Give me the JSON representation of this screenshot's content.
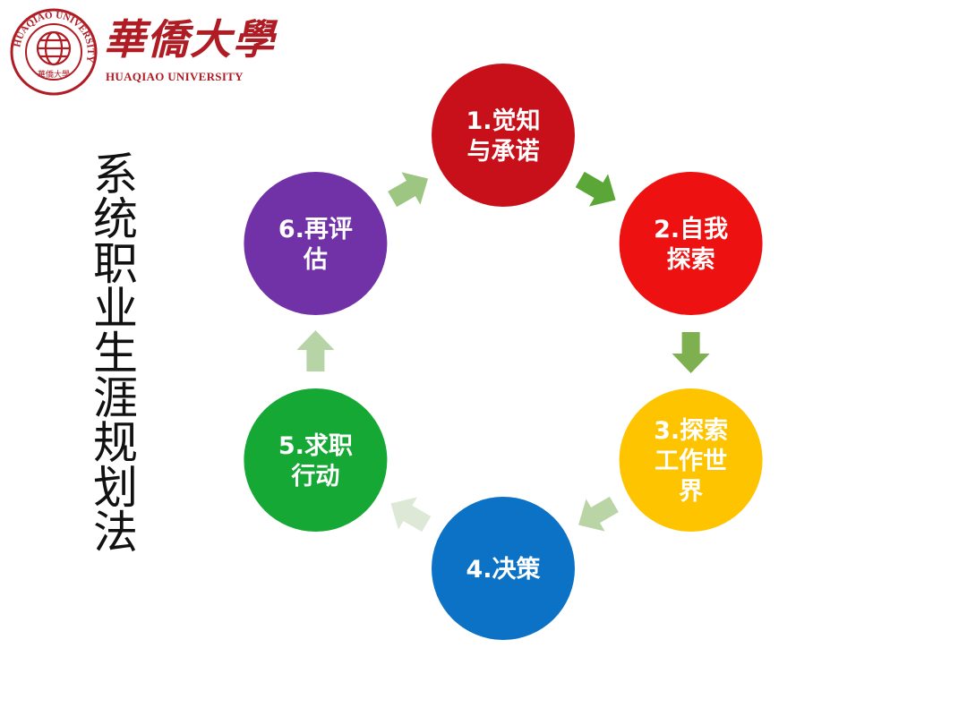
{
  "logo": {
    "name_cn": "華僑大學",
    "name_en": "HUAQIAO UNIVERSITY",
    "seal_ring_text": "HUAQIAO UNIVERSITY",
    "seal_inner_text": "華僑大學",
    "color": "#b01c24"
  },
  "title": "系统职业生涯规划法",
  "steps": [
    {
      "lines": [
        "1.觉知",
        "与承诺"
      ],
      "color": "#c8101a"
    },
    {
      "lines": [
        "2.自我",
        "探索"
      ],
      "color": "#ee1111"
    },
    {
      "lines": [
        "3.探索",
        "工作世",
        "界"
      ],
      "color": "#ffc400"
    },
    {
      "lines": [
        "4.决策"
      ],
      "color": "#0b72c6"
    },
    {
      "lines": [
        "5.求职",
        "行动"
      ],
      "color": "#16a835"
    },
    {
      "lines": [
        "6.再评",
        "估"
      ],
      "color": "#7232a7"
    }
  ],
  "arrow_colors": [
    "#5aa636",
    "#7fb04f",
    "#b9d5a6",
    "#dde9d6",
    "#b7d4a7",
    "#9cc681"
  ]
}
